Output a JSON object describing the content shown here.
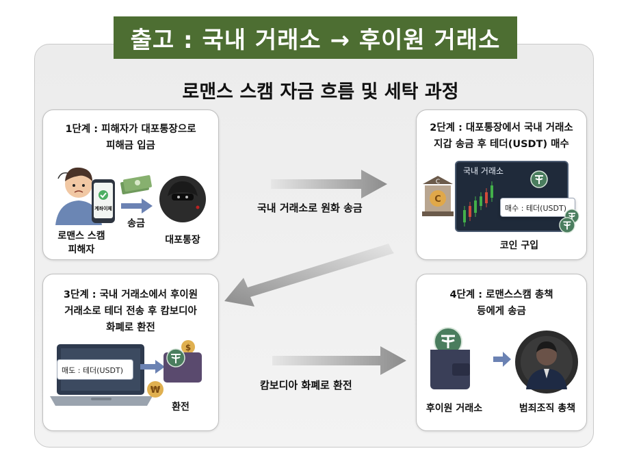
{
  "banner": {
    "title": "출고 : 국내 거래소 → 후이원 거래소"
  },
  "subtitle": "로맨스 스캠 자금 흐름 및 세탁 과정",
  "step1": {
    "title": "1단계 : 피해자가 대포통장으로\n피해금 입금",
    "victim_label": "로맨스 스캠\n피해자",
    "phone_text": "계좌이체",
    "transfer_label": "송금",
    "account_label": "대포통장"
  },
  "step2": {
    "title": "2단계 : 대포통장에서 국내 거래소\n지갑 송금 후 테더(USDT) 매수",
    "screen_title": "국내 거래소",
    "buy_text": "매수 : 테더(USDT)",
    "caption": "코인 구입"
  },
  "step3": {
    "title": "3단계 : 국내 거래소에서 후이원\n거래소로 테더 전송 후 캄보디아\n화폐로 환전",
    "sell_text": "매도 : 테더(USDT)",
    "caption": "환전"
  },
  "step4": {
    "title": "4단계 : 로맨스스캠 총책\n등에게 송금",
    "exchange_label": "후이원 거래소",
    "boss_label": "범죄조직 총책"
  },
  "arrows": {
    "a1": "국내 거래소로 원화 송금",
    "a3": "캄보디아 화폐로 환전"
  },
  "colors": {
    "banner": "#4d6e32",
    "tether": "#4a7d5e",
    "arrow": "#8c8c8c"
  }
}
